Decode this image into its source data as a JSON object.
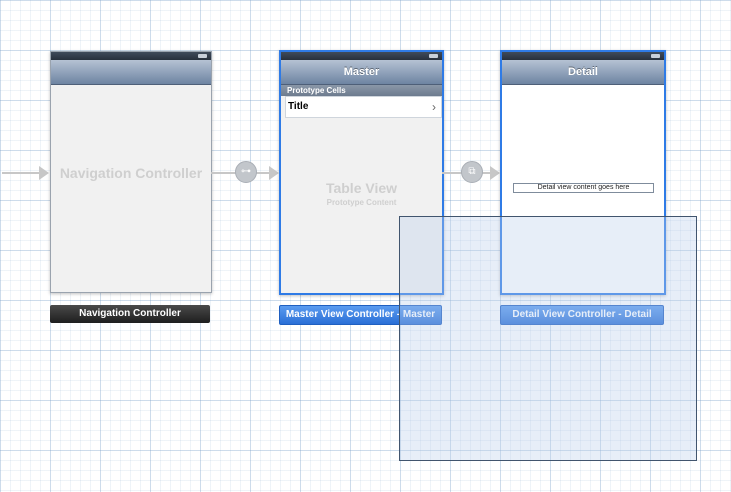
{
  "scenes": {
    "navigation_controller": {
      "placeholder_title": "Navigation Controller",
      "dock_label": "Navigation Controller"
    },
    "master": {
      "nav_title": "Master",
      "section_header": "Prototype Cells",
      "cell_title": "Title",
      "cell_accessory": "›",
      "table_view_title": "Table View",
      "table_view_subtitle": "Prototype Content",
      "dock_label": "Master View Controller - Master"
    },
    "detail": {
      "nav_title": "Detail",
      "content_label": "Detail view content goes here",
      "dock_label": "Detail View Controller - Detail"
    }
  },
  "segues": {
    "relationship_icon": "relationship-segue-icon",
    "push_icon": "push-segue-icon"
  },
  "colors": {
    "selection_blue": "#2f7be6",
    "navbar_top": "#b5c2d3",
    "navbar_bottom": "#6d84a2"
  }
}
